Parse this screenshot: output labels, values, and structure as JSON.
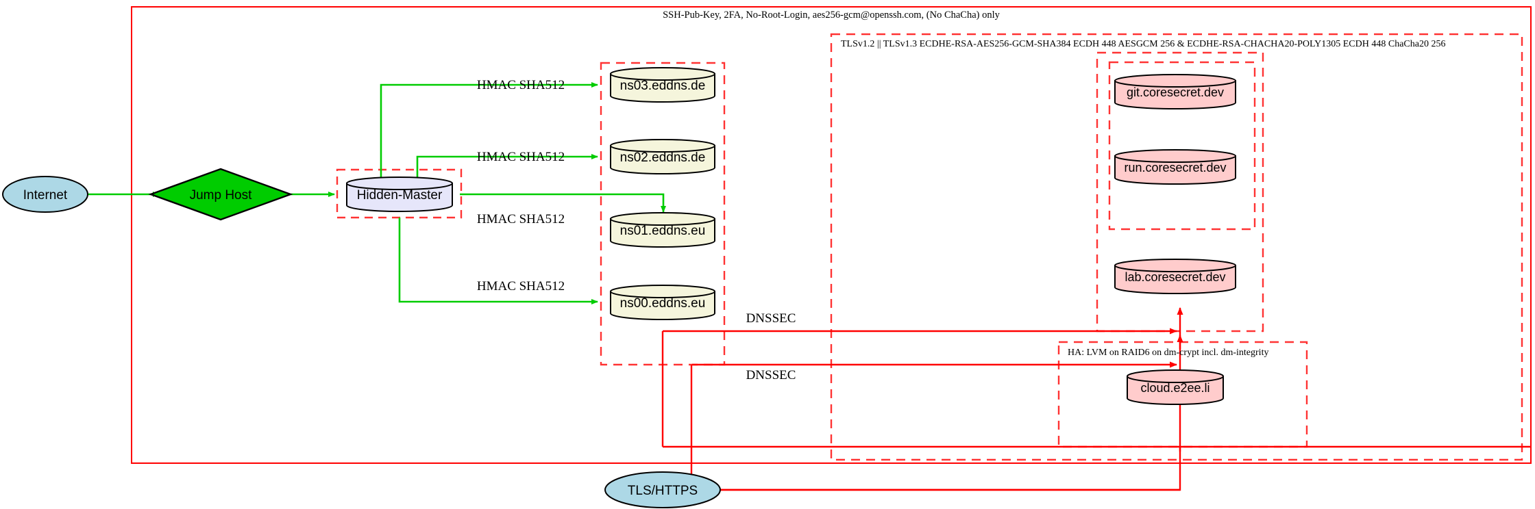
{
  "diagram": {
    "type": "network-architecture-graph",
    "background": "#ffffff",
    "colors": {
      "outer_border": "#ff0000",
      "cluster_dashed": "#ff3333",
      "green_edge": "#00cc00",
      "red_edge": "#ff0000",
      "ellipse_fill": "#add8e6",
      "diamond_fill": "#00cc00",
      "master_fill": "#e6e6fa",
      "dns_fill": "#f5f5dc",
      "service_fill": "#ffcccc",
      "stroke": "#000000"
    }
  },
  "clusters": {
    "ssh": {
      "label": "SSH-Pub-Key, 2FA, No-Root-Login, aes256-gcm@openssh.com, (No ChaCha) only",
      "style": "solid"
    },
    "tls": {
      "label": "TLSv1.2 || TLSv1.3 ECDHE-RSA-AES256-GCM-SHA384 ECDH 448 AESGCM 256 & ECDHE-RSA-CHACHA20-POLY1305 ECDH 448 ChaCha20 256",
      "style": "dashed"
    },
    "ha": {
      "label": "HA: LVM on RAID6 on dm-crypt incl. dm-integrity",
      "style": "dashed"
    },
    "hidden_master": {
      "label": "",
      "style": "dashed"
    },
    "dns_servers": {
      "label": "",
      "style": "dashed"
    },
    "coresecret_outer": {
      "label": "",
      "style": "dashed"
    },
    "coresecret_inner": {
      "label": "",
      "style": "dashed"
    }
  },
  "nodes": {
    "internet": {
      "label": "Internet",
      "shape": "ellipse",
      "fill": "#add8e6"
    },
    "jump_host": {
      "label": "Jump Host",
      "shape": "diamond",
      "fill": "#00cc00"
    },
    "hidden_master": {
      "label": "Hidden-Master",
      "shape": "cylinder",
      "fill": "#e6e6fa"
    },
    "ns03": {
      "label": "ns03.eddns.de",
      "shape": "cylinder",
      "fill": "#f5f5dc"
    },
    "ns02": {
      "label": "ns02.eddns.de",
      "shape": "cylinder",
      "fill": "#f5f5dc"
    },
    "ns01": {
      "label": "ns01.eddns.eu",
      "shape": "cylinder",
      "fill": "#f5f5dc"
    },
    "ns00": {
      "label": "ns00.eddns.eu",
      "shape": "cylinder",
      "fill": "#f5f5dc"
    },
    "git": {
      "label": "git.coresecret.dev",
      "shape": "cylinder",
      "fill": "#ffcccc"
    },
    "run": {
      "label": "run.coresecret.dev",
      "shape": "cylinder",
      "fill": "#ffcccc"
    },
    "lab": {
      "label": "lab.coresecret.dev",
      "shape": "cylinder",
      "fill": "#ffcccc"
    },
    "cloud": {
      "label": "cloud.e2ee.li",
      "shape": "cylinder",
      "fill": "#ffcccc"
    },
    "tls_https": {
      "label": "TLS/HTTPS",
      "shape": "ellipse",
      "fill": "#add8e6"
    }
  },
  "edge_labels": {
    "hmac_ns03": "HMAC SHA512",
    "hmac_ns02": "HMAC SHA512",
    "hmac_ns01": "HMAC SHA512",
    "hmac_ns00": "HMAC SHA512",
    "dnssec_top": "DNSSEC",
    "dnssec_bottom": "DNSSEC"
  }
}
